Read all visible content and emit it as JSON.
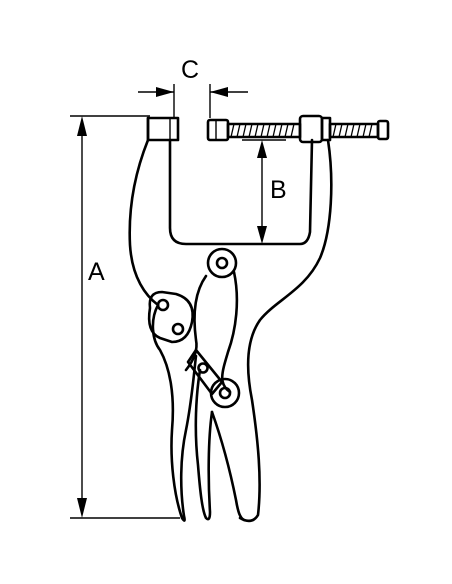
{
  "figure": {
    "dimension_labels": {
      "a": "A",
      "b": "B",
      "c": "C"
    },
    "colors": {
      "line": "#000000",
      "background": "#ffffff"
    }
  }
}
